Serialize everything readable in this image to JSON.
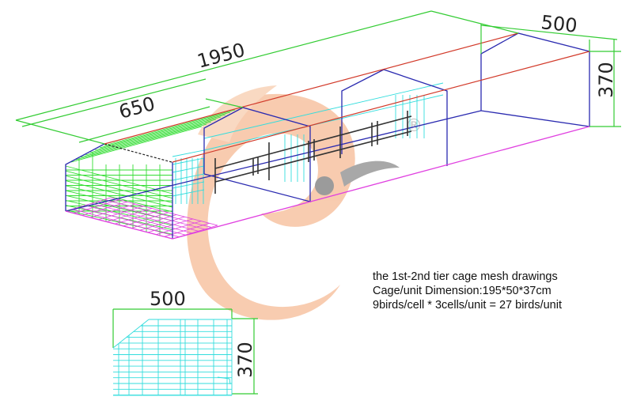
{
  "dimensions": {
    "total_length": "1950",
    "section_length": "650",
    "depth_top": "500",
    "height_top": "370",
    "depth_bottom": "500",
    "height_bottom": "370"
  },
  "caption": {
    "line1": "the 1st-2nd tier cage mesh drawings",
    "line2": "Cage/unit Dimension:195*50*37cm",
    "line3": "9birds/cell * 3cells/unit = 27 birds/unit"
  },
  "watermark": {
    "registered_mark": "®"
  },
  "colors": {
    "frame": "#2a2ab0",
    "dimension": "#33cc33",
    "roof": "#d23a2a",
    "floor": "#e040e0",
    "mesh_side": "#33dd33",
    "mesh_front": "#33dddd",
    "feeder": "#333333",
    "watermark": "#f7c7a8"
  }
}
